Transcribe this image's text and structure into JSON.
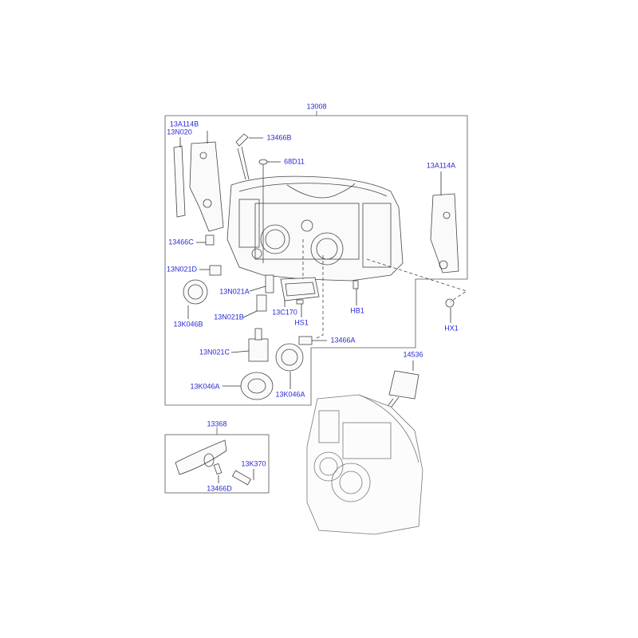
{
  "colors": {
    "label": "#2a2ad6",
    "line": "#333333",
    "part": "#555555"
  },
  "labels": {
    "assembly": "13008",
    "bracket_left": "13A114B",
    "bracket_strip": "13N020",
    "bulb_b": "13466B",
    "cap": "68D11",
    "bracket_right": "13A114A",
    "bulb_c": "13466C",
    "bulb_d": "13N021D",
    "bulb_a": "13N021A",
    "module": "13C170",
    "screw_hb1": "HB1",
    "nut_hx1": "HX1",
    "cover_b": "13K046B",
    "bulb_21b": "13N021B",
    "screw_hs1": "HS1",
    "bulb_466a": "13466A",
    "kit": "14536",
    "bulb_c2": "13N021C",
    "cover_a1": "13K046A",
    "cover_a2": "13K046A",
    "side_lamp": "13368",
    "socket": "13K370",
    "bulb_466d": "13466D"
  }
}
